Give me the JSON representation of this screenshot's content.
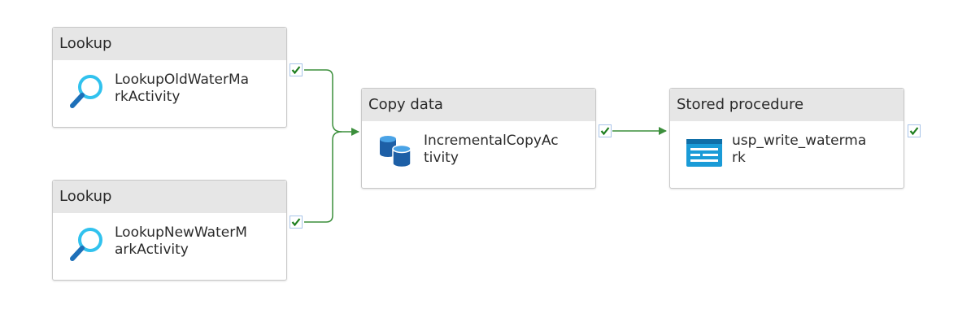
{
  "pipeline": {
    "activities": [
      {
        "type_label": "Lookup",
        "name": "LookupOldWaterMarkActivity",
        "icon": "search-icon"
      },
      {
        "type_label": "Lookup",
        "name": "LookupNewWaterMarkActivity",
        "icon": "search-icon"
      },
      {
        "type_label": "Copy data",
        "name": "IncrementalCopyActivity",
        "icon": "database-icon"
      },
      {
        "type_label": "Stored procedure",
        "name": "usp_write_watermark",
        "icon": "stored-procedure-icon"
      }
    ],
    "dependency_status": "success",
    "colors": {
      "connector": "#3c8f3c",
      "success_check": "#1e7e1e",
      "header_bg": "#e6e6e6",
      "search_icon": "#31c2ee",
      "database_icon": "#1d5fa6",
      "stored_procedure_icon": "#1a9bd7"
    }
  }
}
